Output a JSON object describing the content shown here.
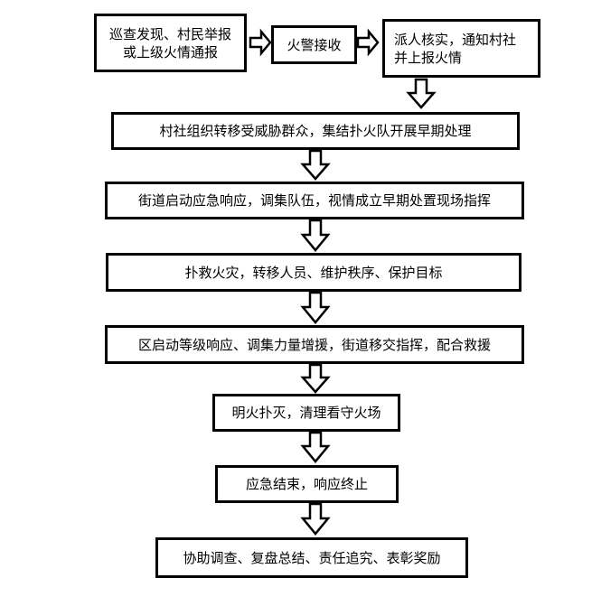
{
  "flowchart": {
    "discover": {
      "line1": "巡查发现、村民举报",
      "line2": "或上级火情通报"
    },
    "fire_alarm": "火警接收",
    "verify": {
      "line1": "派人核实，通知村社",
      "line2": "并上报火情"
    },
    "steps": [
      "村社组织转移受威胁群众，集结扑火队开展早期处理",
      "街道启动应急响应，调集队伍，视情成立早期处置现场指挥",
      "扑救火灾，转移人员、维护秩序、保护目标",
      "区启动等级响应、调集力量增援，街道移交指挥，配合救援",
      "明火扑灭，清理看守火场",
      "应急结束，响应终止",
      "协助调查、复盘总结、责任追究、表彰奖励"
    ]
  },
  "colors": {
    "stroke": "#000000",
    "background": "#ffffff"
  }
}
